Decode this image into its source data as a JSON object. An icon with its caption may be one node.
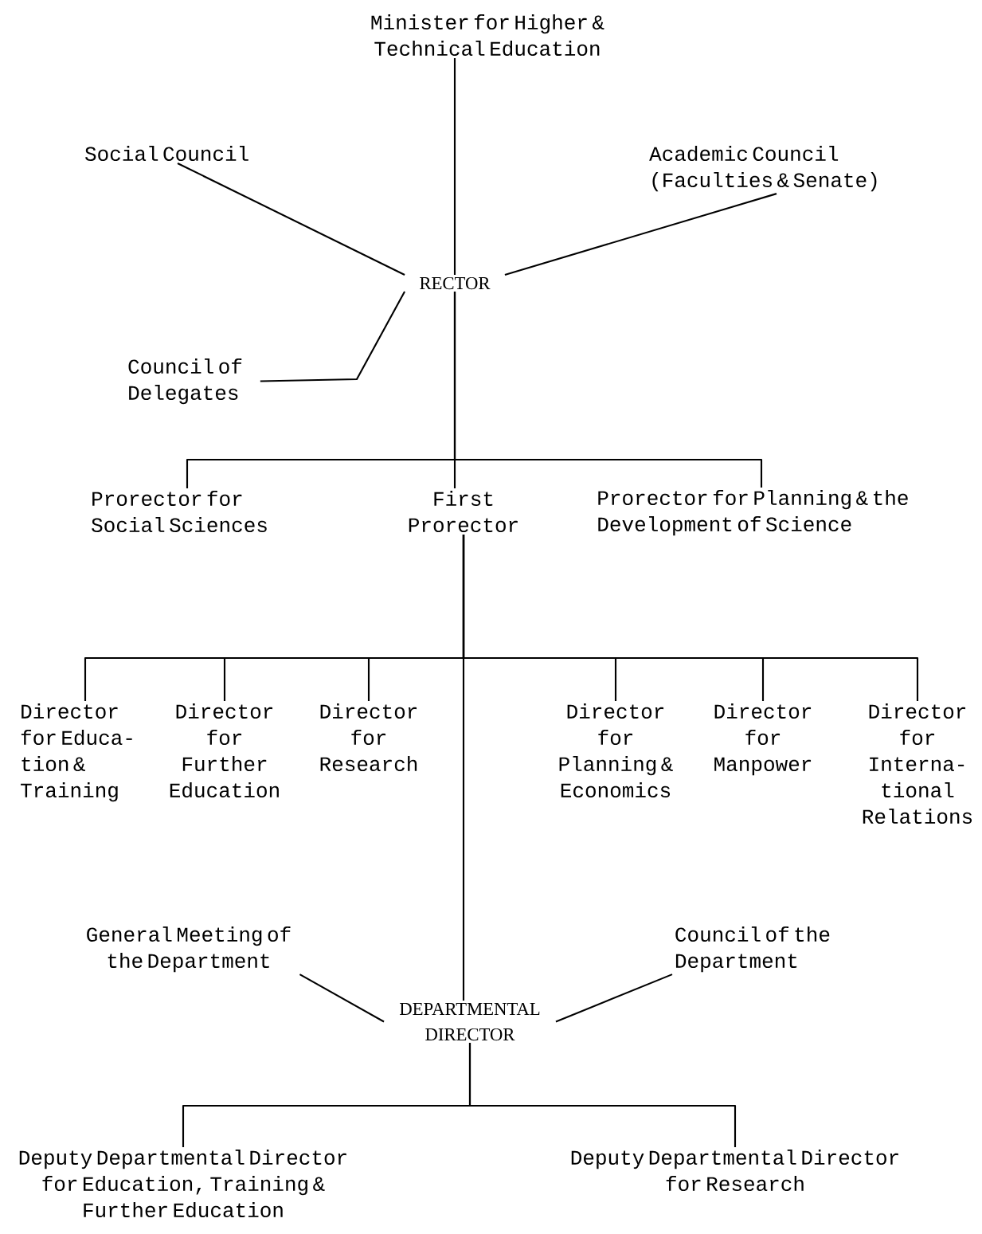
{
  "diagram": {
    "nodes": [
      {
        "text": [
          "Minister for Higher & Technical Education"
        ]
      },
      {
        "text": [
          "Social Council"
        ]
      },
      {
        "text": [
          "Academic Council (Faculties & Senate)"
        ]
      },
      {
        "text": [
          "RECTOR"
        ]
      },
      {
        "text": [
          "Council of Delegates"
        ]
      },
      {
        "text": [
          "Prorector for Social Sciences"
        ]
      },
      {
        "text": [
          "First Prorector"
        ]
      },
      {
        "text": [
          "Prorector for Planning & the Development of Science"
        ]
      },
      {
        "text": [
          "Director for Educa- tion & Training"
        ]
      },
      {
        "text": [
          "Director for Further Education"
        ]
      },
      {
        "text": [
          "Director for Research"
        ]
      },
      {
        "text": [
          "Director for Planning & Economics"
        ]
      },
      {
        "text": [
          "Director for Manpower"
        ]
      },
      {
        "text": [
          "Director for Interna- tional Relations"
        ]
      },
      {
        "text": [
          "General Meeting of the Department"
        ]
      },
      {
        "text": [
          "Council of the Department"
        ]
      },
      {
        "text": [
          "DEPARTMENTAL DIRECTOR"
        ]
      },
      {
        "text": [
          "Deputy Departmental Director for Education, Training & Further Education"
        ]
      },
      {
        "text": [
          "Deputy Departmental Director for Research"
        ]
      }
    ],
    "edges": [
      {
        "from": 0,
        "to": 3,
        "arrow": "none"
      },
      {
        "from": 1,
        "to": 3,
        "arrow": "none"
      },
      {
        "from": 2,
        "to": 3,
        "arrow": "none"
      },
      {
        "from": 4,
        "to": 3,
        "arrow": "none"
      },
      {
        "from": 3,
        "to": 5,
        "arrow": "none"
      },
      {
        "from": 3,
        "to": 6,
        "arrow": "none"
      },
      {
        "from": 3,
        "to": 7,
        "arrow": "none"
      },
      {
        "from": 6,
        "to": 8,
        "arrow": "none"
      },
      {
        "from": 6,
        "to": 9,
        "arrow": "none"
      },
      {
        "from": 6,
        "to": 10,
        "arrow": "none"
      },
      {
        "from": 6,
        "to": 11,
        "arrow": "none"
      },
      {
        "from": 6,
        "to": 12,
        "arrow": "none"
      },
      {
        "from": 6,
        "to": 13,
        "arrow": "none"
      },
      {
        "from": 6,
        "to": 16,
        "arrow": "none"
      },
      {
        "from": 14,
        "to": 16,
        "arrow": "none"
      },
      {
        "from": 15,
        "to": 16,
        "arrow": "none"
      },
      {
        "from": 16,
        "to": 17,
        "arrow": "none"
      },
      {
        "from": 16,
        "to": 18,
        "arrow": "none"
      }
    ]
  }
}
